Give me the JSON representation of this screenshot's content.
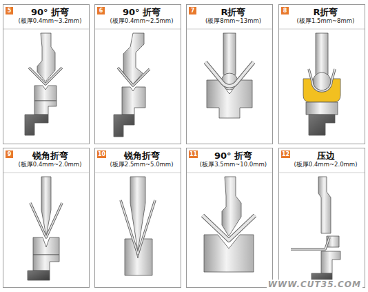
{
  "diagram": {
    "nodes": [
      {
        "text": [
          "90° 折弯",
          "(板厚0.4mm~3.2mm)"
        ]
      },
      {
        "text": [
          "5"
        ],
        "in": 0
      },
      {
        "text": [
          "90° 折弯",
          "(板厚0.4mm~2.5mm)"
        ]
      },
      {
        "text": [
          "6"
        ],
        "in": 2
      },
      {
        "text": [
          "R折弯",
          "(板厚8mm~13mm)"
        ]
      },
      {
        "text": [
          "7"
        ],
        "in": 4
      },
      {
        "text": [
          "R折弯",
          "(板厚1.5mm~8mm)"
        ]
      },
      {
        "text": [
          "8"
        ],
        "in": 6
      },
      {
        "text": [
          "锐角折弯",
          "(板厚0.4mm~2.0mm)"
        ]
      },
      {
        "text": [
          "9"
        ],
        "in": 8
      },
      {
        "text": [
          "锐角折弯",
          "(板厚2.5mm~5.0mm)"
        ]
      },
      {
        "text": [
          "10"
        ],
        "in": 10
      },
      {
        "text": [
          "90° 折弯",
          "(板厚3.5mm~10.0mm)"
        ]
      },
      {
        "text": [
          "11"
        ],
        "in": 12
      },
      {
        "text": [
          "压边",
          "(板厚0.4mm~2.0mm)"
        ]
      },
      {
        "text": [
          "12"
        ],
        "in": 14
      }
    ],
    "edges": [],
    "labels": [
      "WWW.CUT35.COM"
    ]
  }
}
